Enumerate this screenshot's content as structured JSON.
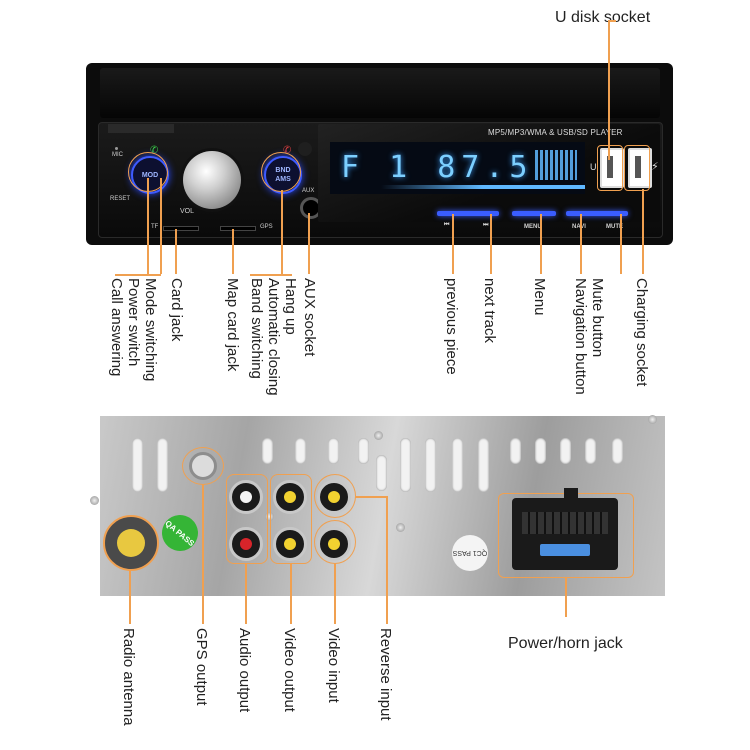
{
  "front_panel": {
    "display_text": "F 1  87.5",
    "player_label": "MP5/MP3/WMA & USB/SD PLAYER",
    "mic": "MIC",
    "reset": "RESET",
    "vol": "VOL",
    "aux": "AUX",
    "tf": "TF",
    "gps": "GPS",
    "usb_letter": "U",
    "mod_button": "MOD",
    "bnd_button_line1": "BND",
    "bnd_button_line2": "AMS",
    "prev_key": "⏮",
    "next_key": "⏭",
    "menu_key": "MENU",
    "navi_key": "NAVI",
    "mute_key": "MUTE"
  },
  "front_labels": {
    "u_disk_socket": "U disk socket",
    "call_answering": "Call answering",
    "power_switch": "Power switch",
    "mode_switching": "Mode switching",
    "card_jack": "Card jack",
    "map_card_jack": "Map card jack",
    "band_switching": "Band switching",
    "automatic_closing": "Automatic closing",
    "hang_up": "Hang up",
    "aux_socket": "AUX socket",
    "previous_piece": "previous piece",
    "next_track": "next track",
    "menu": "Menu",
    "navigation_button": "Navigation button",
    "mute_button": "Mute button",
    "charging_socket": "Charging socket"
  },
  "rear_panel": {
    "qa_sticker": "QA PASS",
    "qc_sticker": "QC1 PASS"
  },
  "rear_labels": {
    "radio_antenna": "Radio antenna",
    "gps_output": "GPS output",
    "audio_output": "Audio output",
    "video_output": "Video output",
    "video_input": "Video input",
    "reverse_input": "Reverse input",
    "power_horn_jack": "Power/horn jack"
  },
  "colors": {
    "callout": "#f0a050",
    "button_glow": "#3e5bff",
    "display": "#7ccfff",
    "rca_yellow": "#f2d230",
    "rca_red": "#d8242a",
    "rca_white": "#f4f4f4",
    "qa_sticker": "#35b536"
  }
}
